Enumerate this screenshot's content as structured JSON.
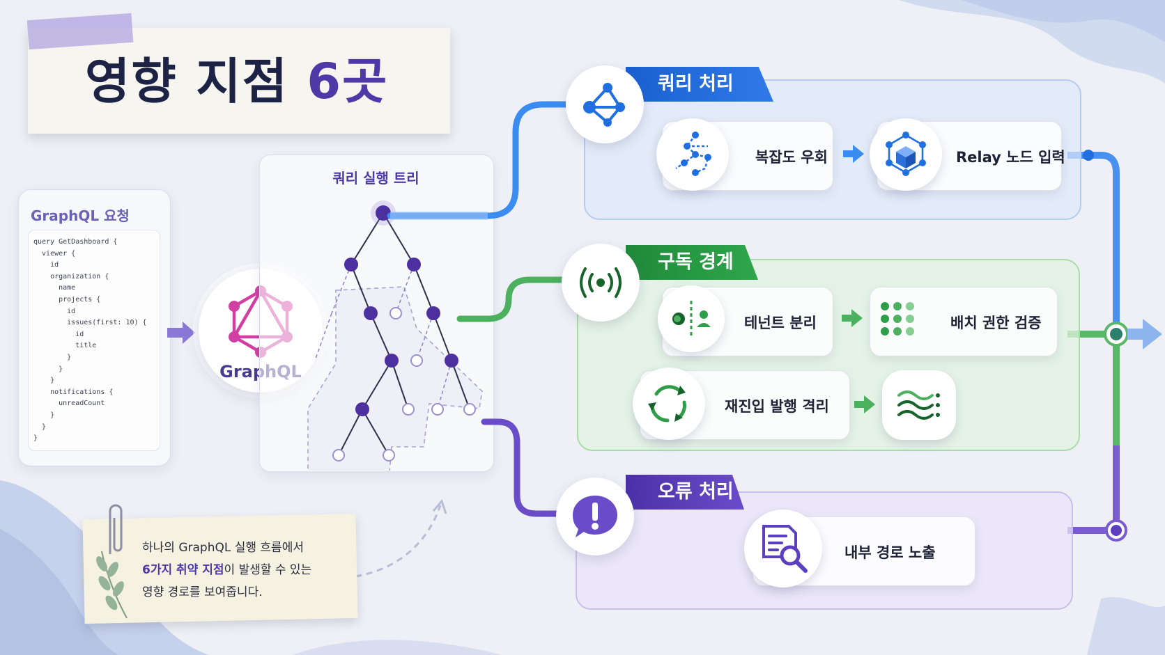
{
  "title": {
    "main": "영향 지점 ",
    "accent": "6곳"
  },
  "request": {
    "title": "GraphQL 요청",
    "code_lines": [
      "query GetDashboard {",
      "  viewer {",
      "    id",
      "    organization {",
      "      name",
      "      projects {",
      "        id",
      "        issues(first: 10) {",
      "          id",
      "          title",
      "        }",
      "      }",
      "    }",
      "    notifications {",
      "      unreadCount",
      "    }",
      "  }",
      "}"
    ]
  },
  "engine": {
    "label": "GraphQL"
  },
  "tree": {
    "title": "쿼리 실행 트리"
  },
  "categories": {
    "query": {
      "banner": "쿼리 처리",
      "color": "#1f6fe0",
      "items": [
        {
          "label": "복잡도 우회",
          "icon": "complexity-graph-icon"
        },
        {
          "label": "Relay 노드 입력",
          "icon": "relay-node-cube-icon"
        }
      ]
    },
    "subscription": {
      "banner": "구독 경계",
      "color": "#2e9e48",
      "items": [
        {
          "label": "테넌트 분리",
          "icon": "tenant-split-icon"
        },
        {
          "label": "배치 권한 검증",
          "icon": "batch-dots-icon"
        },
        {
          "label": "재진입 발행 격리",
          "icon": "cycle-arrows-icon"
        },
        {
          "label": "",
          "icon": "wave-lines-icon"
        }
      ]
    },
    "error": {
      "banner": "오류 처리",
      "color": "#5b3fbf",
      "items": [
        {
          "label": "내부 경로 노출",
          "icon": "document-search-icon"
        }
      ]
    }
  },
  "note": {
    "line1": "하나의 GraphQL 실행 흐름에서",
    "line2_accent": "6가지 취약 지점",
    "line2_rest": "이 발생할 수 있는",
    "line3": "영향 경로를 보여줍니다."
  }
}
